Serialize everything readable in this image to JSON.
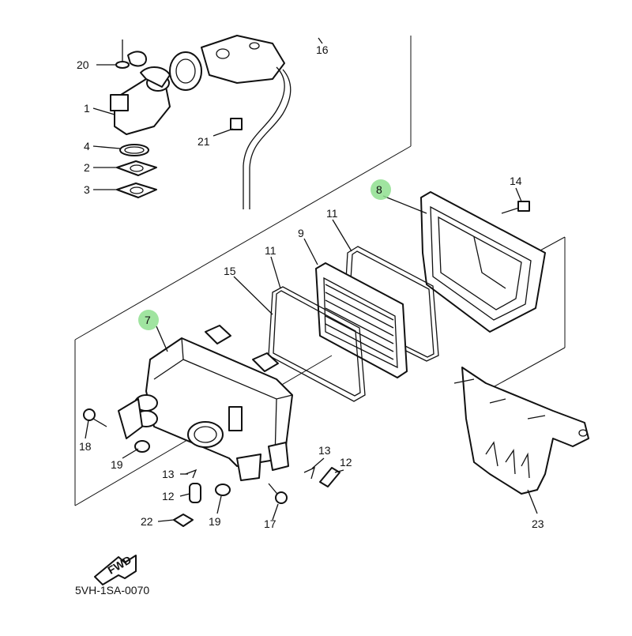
{
  "diagram": {
    "highlight_color": "#8fdf8f",
    "line_color": "#111111",
    "background": "#ffffff",
    "callouts": [
      {
        "id": "c20",
        "label": "20"
      },
      {
        "id": "c1",
        "label": "1"
      },
      {
        "id": "c4",
        "label": "4"
      },
      {
        "id": "c2",
        "label": "2"
      },
      {
        "id": "c3",
        "label": "3"
      },
      {
        "id": "c16",
        "label": "16"
      },
      {
        "id": "c21",
        "label": "21"
      },
      {
        "id": "c8",
        "label": "8",
        "highlighted": true
      },
      {
        "id": "c14",
        "label": "14"
      },
      {
        "id": "c11a",
        "label": "11"
      },
      {
        "id": "c9",
        "label": "9"
      },
      {
        "id": "c11b",
        "label": "11"
      },
      {
        "id": "c15",
        "label": "15"
      },
      {
        "id": "c7",
        "label": "7",
        "highlighted": true
      },
      {
        "id": "c18",
        "label": "18"
      },
      {
        "id": "c19a",
        "label": "19"
      },
      {
        "id": "c13a",
        "label": "13"
      },
      {
        "id": "c12a",
        "label": "12"
      },
      {
        "id": "c22",
        "label": "22"
      },
      {
        "id": "c19b",
        "label": "19"
      },
      {
        "id": "c17",
        "label": "17"
      },
      {
        "id": "c13b",
        "label": "13"
      },
      {
        "id": "c12b",
        "label": "12"
      },
      {
        "id": "c23",
        "label": "23"
      }
    ],
    "fwd_arrow_label": "FWD",
    "footer_code": "5VH-1SA-0070"
  }
}
